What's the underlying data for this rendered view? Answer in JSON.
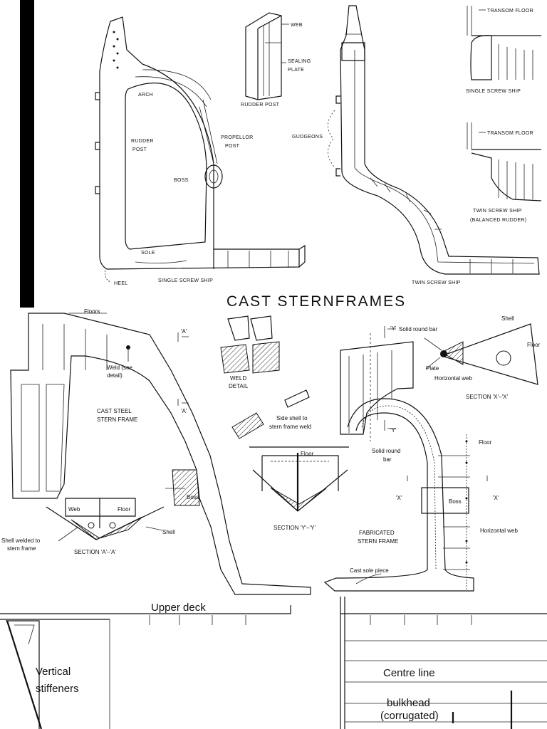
{
  "section1": {
    "title": "CAST STERNFRAMES",
    "single_screw": {
      "caption": "SINGLE SCREW SHIP",
      "labels": {
        "arch": "ARCH",
        "rudder_post": "RUDDER",
        "rudder_post_2": "POST",
        "propellor_post": "PROPELLOR",
        "propellor_post_2": "POST",
        "boss": "BOSS",
        "sole": "SOLE",
        "heel": "HEEL"
      }
    },
    "rudder_post_detail": {
      "caption": "RUDDER POST",
      "web": "WEB",
      "sealing": "SEALING",
      "plate": "PLATE"
    },
    "twin_screw": {
      "caption": "TWIN SCREW SHIP",
      "gudgeons": "GUDGEONS"
    },
    "transom_single": {
      "transom": "TRANSOM FLOOR",
      "caption": "SINGLE SCREW SHIP"
    },
    "transom_twin": {
      "transom": "TRANSOM FLOOR",
      "caption": "TWIN SCREW SHIP",
      "caption2": "(BALANCED RUDDER)"
    }
  },
  "section2": {
    "floors": "Floors",
    "a_mark_top": "'A'",
    "a_mark_bottom": "'A'",
    "weld_see": "Weld (see",
    "detail": "detail)",
    "cast_steel": "CAST STEEL",
    "stern_frame": "STERN FRAME",
    "boss": "Boss",
    "web": "Web",
    "floor": "Floor",
    "shell": "Shell",
    "shell_welded": "Shell welded to",
    "stern_frame_lc": "stern frame",
    "section_aa": "SECTION 'A'–'A'",
    "weld_detail_1": "WELD",
    "weld_detail_2": "DETAIL",
    "side_shell_1": "Side shell to",
    "side_shell_2": "stern frame weld",
    "floor_yy": "Floor",
    "section_yy": "SECTION 'Y'–'Y'",
    "y_top": "'Y'",
    "y_bottom": "'Y'",
    "solid_round_bar": "Solid round bar",
    "shell_x": "Shell",
    "floor_x": "Floor",
    "plate": "Plate",
    "horizontal_web": "Horizontal web",
    "section_xx": "SECTION 'X'–'X'",
    "floor_fab": "Floor",
    "solid_round": "Solid round",
    "bar": "bar",
    "x_left": "'X'",
    "x_right": "'X'",
    "boss_fab": "Boss",
    "fabricated": "FABRICATED",
    "stern_frame_fab": "STERN FRAME",
    "horizontal_web_fab": "Horizontal web",
    "cast_sole": "Cast sole piece"
  },
  "section3": {
    "upper_deck": "Upper deck",
    "vertical": "Vertical",
    "stiffeners": "stiffeners",
    "centre_line": "Centre line",
    "bulkhead": "bulkhead",
    "corrugated": "(corrugated)"
  }
}
